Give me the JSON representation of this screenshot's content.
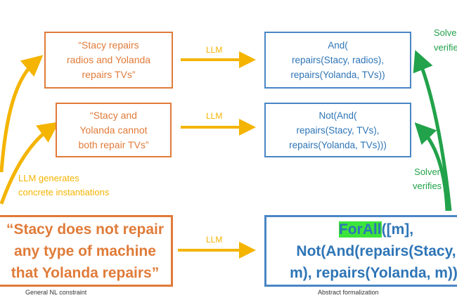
{
  "nl_box_1": "“Stacy repairs\nradios and Yolanda\nrepairs TVs”",
  "nl_box_2": "“Stacy and\nYolanda cannot\nboth repair TVs”",
  "nl_box_main": "“Stacy does not repair\nany type of machine\nthat Yolanda repairs”",
  "fl_box_1": "And(\nrepairs(Stacy, radios),\nrepairs(Yolanda, TVs))",
  "fl_box_2": "Not(And(\nrepairs(Stacy, TVs),\nrepairs(Yolanda, TVs)))",
  "fl_main": {
    "highlight": "ForAll",
    "line1_rest": "([m],",
    "line2": "Not(And(repairs(Stacy,",
    "line3": "m), repairs(Yolanda, m)))"
  },
  "arrow_label_1": "LLM",
  "arrow_label_2": "LLM",
  "arrow_label_3": "LLM",
  "llm_generates": "LLM generates\nconcrete instantiations",
  "solver_top": "Solver\nverifies",
  "solver_mid": "Solver\nverifies",
  "caption_left": "General NL constraint",
  "caption_right": "Abstract formalization",
  "colors": {
    "orange": "#E07B39",
    "blue": "#2E75B6",
    "yellow": "#F4B400",
    "green": "#22A24A",
    "highlight": "#3BE43B"
  }
}
